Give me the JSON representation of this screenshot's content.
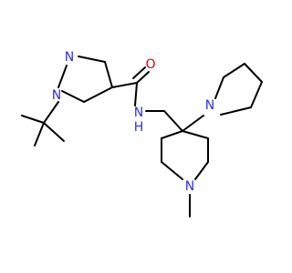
{
  "molecule": {
    "atom_labels": {
      "n_pyrazole_top": "N",
      "n_pyrazole_bottom": "N",
      "o_carbonyl": "O",
      "nh_amide": "N",
      "h_amide": "H",
      "n_piperidine_top": "N",
      "n_piperidine_bottom": "N"
    },
    "colors": {
      "bond": "#000000",
      "nitrogen": "#2F2FE8",
      "oxygen": "#E80000"
    }
  }
}
